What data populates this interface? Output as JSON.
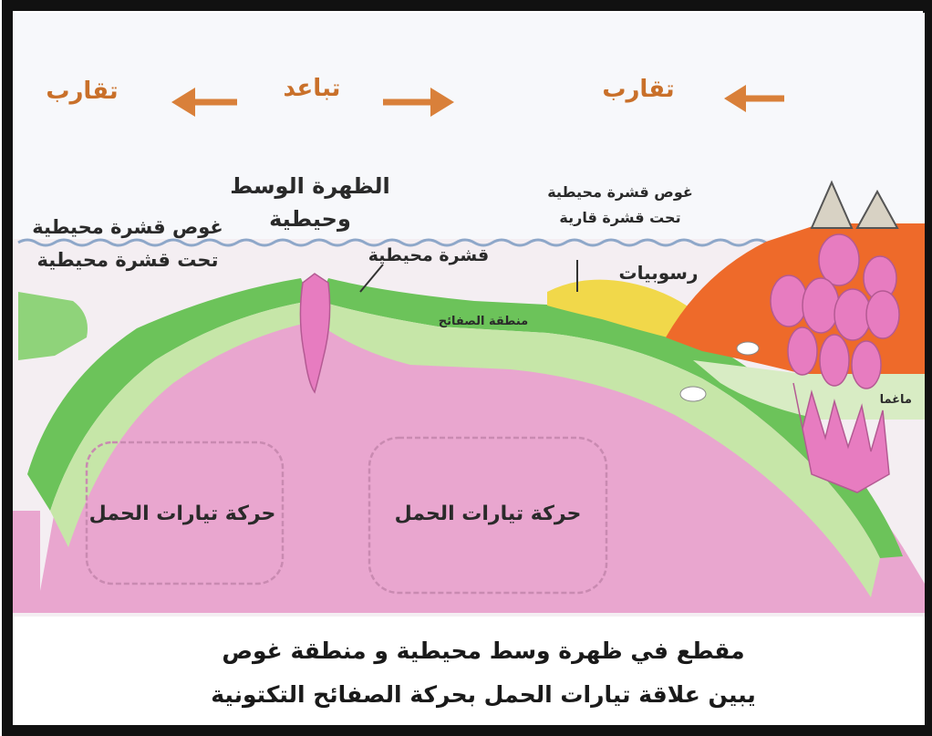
{
  "labels": {
    "convergence_left": "تقارب",
    "divergence": "تباعد",
    "convergence_right": "تقارب",
    "mid_ridge_line1": "الظهرة الوسط",
    "mid_ridge_line2": "وحيطية",
    "subduction_left_line1": "غوص قشرة محيطية",
    "subduction_left_line2": "تحت قشرة محيطية",
    "oceanic_crust": "قشرة محيطية",
    "subduction_right_line1": "غوص قشرة محيطية",
    "subduction_right_line2": "تحت قشرة قارية",
    "sediments": "رسوبيات",
    "plate_zone": "منطقة الصفائح",
    "magma": "ماغما",
    "convection_left": "حركة تيارات الحمل",
    "convection_center": "حركة تيارات الحمل"
  },
  "caption": {
    "line1": "مقطع في ظهرة وسط محيطية و منطقة غوص",
    "line2": "يبين علاقة تيارات الحمل بحركة الصفائح التكتونية"
  },
  "colors": {
    "arrow": "#d9803a",
    "mantle": "#e9a6cf",
    "plate_dark": "#6cc35a",
    "plate_light": "#c6e6a8",
    "continent": "#ee6a2a",
    "magma": "#e77cc0",
    "sediments": "#f1d84a",
    "sea_line": "#8ea7c9"
  }
}
